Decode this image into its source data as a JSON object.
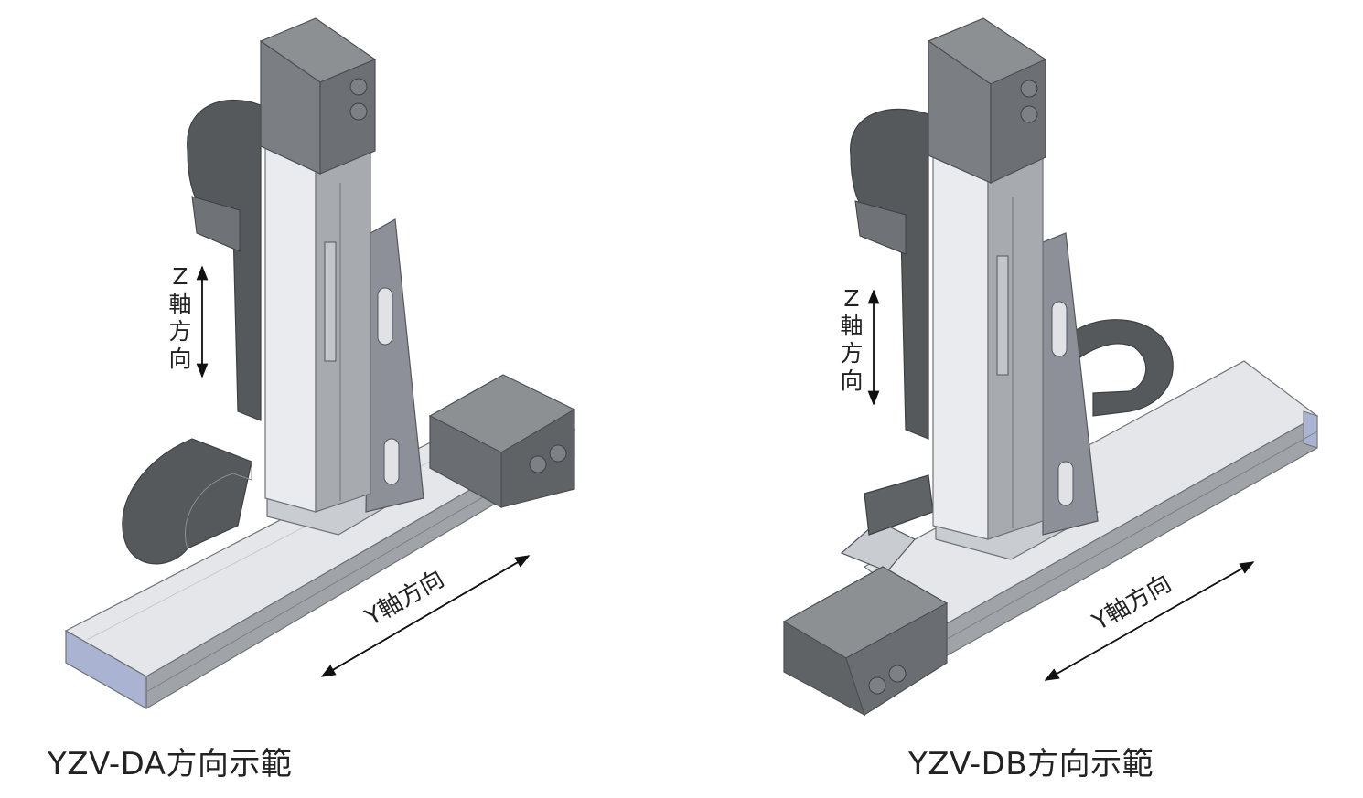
{
  "diagrams": [
    {
      "caption": "YZV-DA方向示範",
      "z_axis_label": [
        "Z",
        "軸",
        "方",
        "向"
      ],
      "y_axis_label": "Y軸方向"
    },
    {
      "caption": "YZV-DB方向示範",
      "z_axis_label": [
        "Z",
        "軸",
        "方",
        "向"
      ],
      "y_axis_label": "Y軸方向"
    }
  ],
  "colors": {
    "motor_dark": "#5f6366",
    "motor_top": "#8c9093",
    "cable_chain": "#55595c",
    "rail_light": "#e6e8ea",
    "rail_side": "#9ea2a6",
    "end_cap_blue": "#aab4d2",
    "bracket": "#8d9098",
    "column_face": "#e9ebee"
  }
}
